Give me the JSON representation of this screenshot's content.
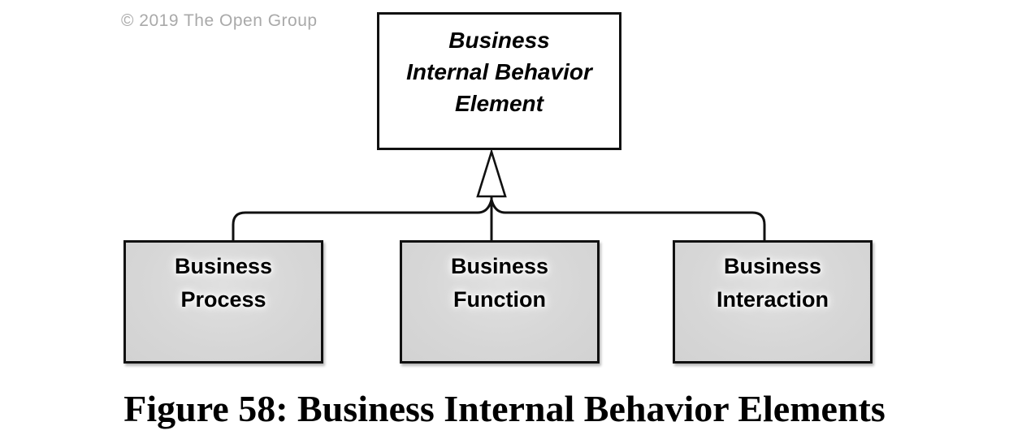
{
  "copyright": "© 2019 The Open Group",
  "diagram": {
    "parent": {
      "line1": "Business",
      "line2": "Internal Behavior",
      "line3": "Element"
    },
    "relation_symbol": "hollow-triangle-generalization",
    "children": [
      {
        "line1": "Business",
        "line2": "Process"
      },
      {
        "line1": "Business",
        "line2": "Function"
      },
      {
        "line1": "Business",
        "line2": "Interaction"
      }
    ]
  },
  "caption": "Figure 58: Business Internal Behavior Elements",
  "colors": {
    "background": "#ffffff",
    "box_fill": "#d7d7d7",
    "parent_box_fill": "#ffffff",
    "line": "#111111",
    "copyright_text": "#a9a9a9",
    "text": "#000000"
  }
}
